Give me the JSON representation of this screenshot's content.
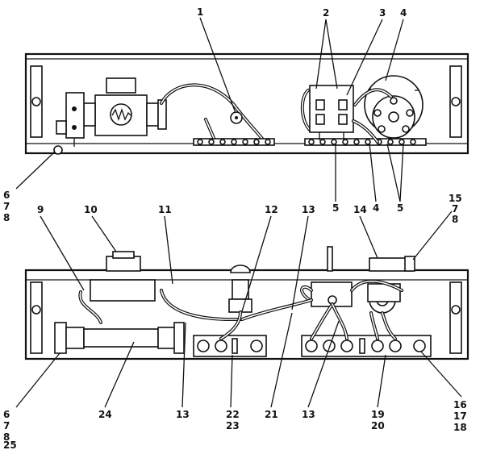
{
  "labels": {
    "l1": "1",
    "l2": "2",
    "l3": "3",
    "l4": "4",
    "l6a": "6",
    "l7a": "7",
    "l8a": "8",
    "l5a": "5",
    "l4b": "4",
    "l5b": "5",
    "l9": "9",
    "l10": "10",
    "l11": "11",
    "l12": "12",
    "l13a": "13",
    "l14": "14",
    "l15": "15",
    "l7c": "7",
    "l8c": "8",
    "l6b": "6",
    "l7b": "7",
    "l8b": "8",
    "l25": "25",
    "l24": "24",
    "l13b": "13",
    "l22": "22",
    "l23": "23",
    "l21": "21",
    "l13c": "13",
    "l19": "19",
    "l20": "20",
    "l16": "16",
    "l17": "17",
    "l18": "18"
  }
}
